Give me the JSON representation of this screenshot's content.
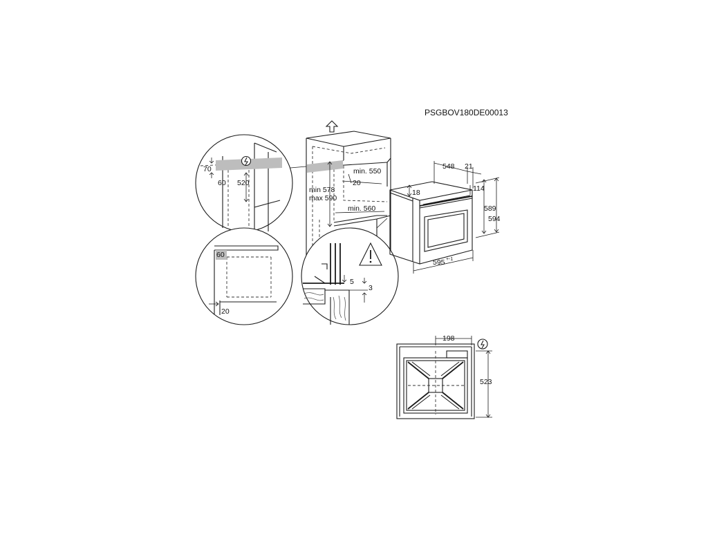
{
  "document_code": "PSGBOV180DE00013",
  "icons": {
    "power": "power-connection-icon",
    "warning": "warning-triangle-icon",
    "arrow_up": "arrow-up-icon"
  },
  "cabinet": {
    "min_height": "min 578",
    "max_height": "max 590",
    "min_depth": "min. 550",
    "min_width": "min. 560",
    "front_gap": "20"
  },
  "detail_top": {
    "h70": "70",
    "d60": "60",
    "h520": "520"
  },
  "detail_bottom": {
    "d60": "60",
    "d20": "20"
  },
  "detail_fixing": {
    "gap5": "5",
    "gap3": "3"
  },
  "oven": {
    "depth": "548",
    "door": "21",
    "top_gap": "18",
    "panel": "114",
    "h589": "589",
    "h594": "594",
    "width": "595",
    "width_tol": "+-1"
  },
  "rear": {
    "w198": "198",
    "h523": "523"
  }
}
